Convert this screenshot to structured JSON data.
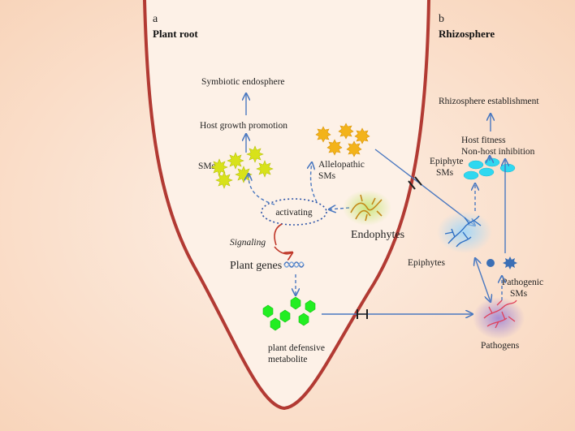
{
  "panels": {
    "a": {
      "letter": "a",
      "title": "Plant root"
    },
    "b": {
      "letter": "b",
      "title": "Rhizosphere"
    }
  },
  "labels": {
    "symbiotic_endosphere": "Symbiotic endosphere",
    "host_growth_promotion": "Host growth promotion",
    "sms": "SMs",
    "allelopathic_line1": "Allelopathic",
    "allelopathic_line2": "SMs",
    "activating": "activating",
    "endophytes": "Endophytes",
    "signaling": "Signaling",
    "plant_genes": "Plant genes",
    "plant_defensive_line1": "plant defensive",
    "plant_defensive_line2": "metabolite",
    "rhizosphere_establishment": "Rhizosphere establishment",
    "host_fitness": "Host fitness",
    "non_host_inhibition": "Non-host inhibition",
    "epiphyte_sms_line1": "Epiphyte",
    "epiphyte_sms_line2": "SMs",
    "epiphytes": "Epiphytes",
    "pathogenic_sms_line1": "Pathogenic",
    "pathogenic_sms_line2": "SMs",
    "pathogens": "Pathogens"
  },
  "colors": {
    "background_fill": "#fbe3d1",
    "root_outline": "#b23a33",
    "arrow": "#4a78c0",
    "yellow_sms": "#d8e21a",
    "allelopathic_sms": "#f3b31a",
    "defensive_metabolite": "#22ee22",
    "epiphyte_sms": "#2fd8f0",
    "pathogenic_sms": "#3b6fb5",
    "endophyte_halo": "#bde07a",
    "epiphyte_halo": "#a8d8f5",
    "pathogen_halo": "#b9a3d8",
    "pathogen_filament": "#e0405a",
    "signaling_arrow": "#c0392b"
  }
}
